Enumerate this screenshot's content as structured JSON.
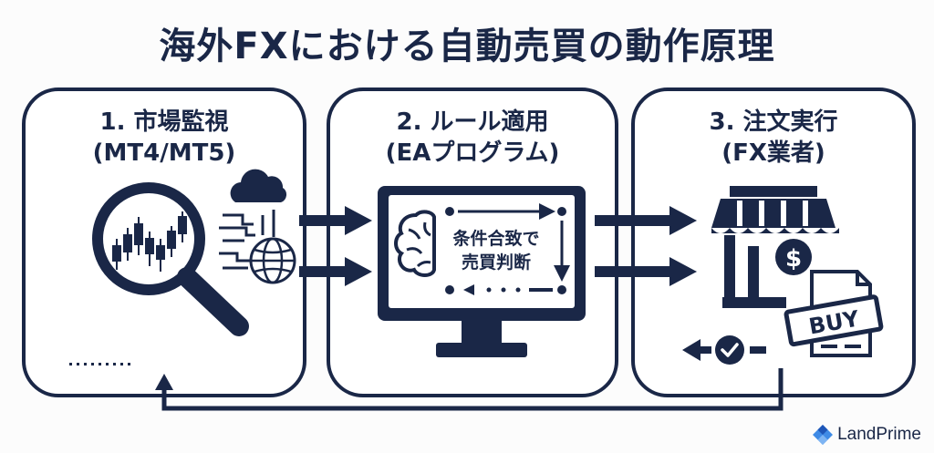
{
  "title": "海外FXにおける自動売買の動作原理",
  "panels": [
    {
      "title": "1. 市場監視",
      "subtitle": "(MT4/MT5)"
    },
    {
      "title": "2. ルール適用",
      "subtitle": "(EAプログラム)",
      "screen_line1": "条件合致で",
      "screen_line2": "売買判断"
    },
    {
      "title": "3. 注文実行",
      "subtitle": "(FX業者)",
      "ticket_label": "BUY"
    }
  ],
  "brand": {
    "name": "LandPrime"
  },
  "icons": [
    "magnifier-chart-icon",
    "cloud-data-icon",
    "globe-icon",
    "brain-icon",
    "monitor-icon",
    "storefront-icon",
    "dollar-icon",
    "order-ticket-icon",
    "check-circle-icon",
    "flow-arrow-icon",
    "landprime-logo-icon"
  ],
  "colors": {
    "navy": "#1a2747",
    "logo_blue": "#3f8be6"
  }
}
